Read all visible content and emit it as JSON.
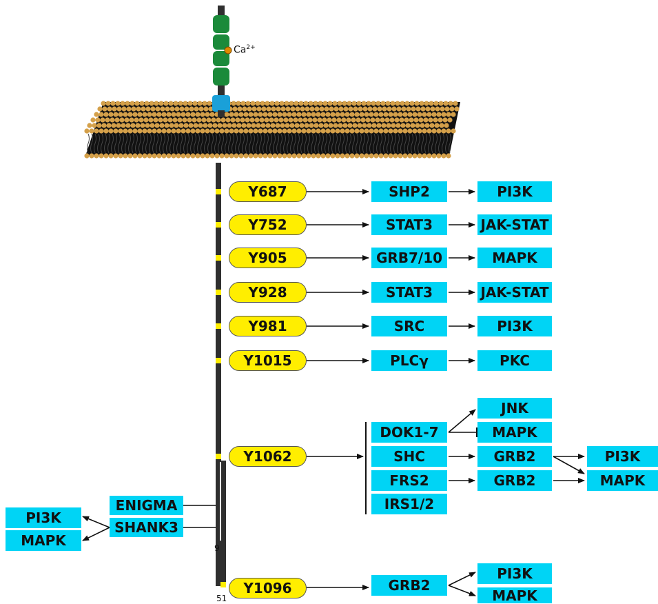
{
  "colors": {
    "pill": "#ffee00",
    "box": "#00d4f5",
    "lipid_head": "#d4a04a",
    "receptor_domain": "#1b8a3a",
    "tm_domain": "#1aa0d8",
    "tail": "#2f2f2f"
  },
  "calcium_label": {
    "base": "Ca",
    "superscript": "2+"
  },
  "sites": [
    {
      "id": "Y687",
      "partner": "SHP2",
      "pathway": "PI3K"
    },
    {
      "id": "Y752",
      "partner": "STAT3",
      "pathway": "JAK-STAT"
    },
    {
      "id": "Y905",
      "partner": "GRB7/10",
      "pathway": "MAPK"
    },
    {
      "id": "Y928",
      "partner": "STAT3",
      "pathway": "JAK-STAT"
    },
    {
      "id": "Y981",
      "partner": "SRC",
      "pathway": "PI3K"
    },
    {
      "id": "Y1015",
      "partner": "PLCγ",
      "pathway": "PKC"
    }
  ],
  "y1062": {
    "site": "Y1062",
    "adaptors": [
      "DOK1-7",
      "SHC",
      "FRS2",
      "IRS1/2"
    ],
    "dok_targets": [
      "JNK",
      "MAPK"
    ],
    "shc_target": "GRB2",
    "frs2_target": "GRB2",
    "grb2_outputs": [
      "PI3K",
      "MAPK"
    ]
  },
  "y1096": {
    "site": "Y1096",
    "partner": "GRB2",
    "outputs": [
      "PI3K",
      "MAPK"
    ]
  },
  "left_branch": {
    "partners": [
      "ENIGMA",
      "SHANK3"
    ],
    "outputs": [
      "PI3K",
      "MAPK"
    ]
  },
  "isoform_labels": [
    "9",
    "51"
  ]
}
